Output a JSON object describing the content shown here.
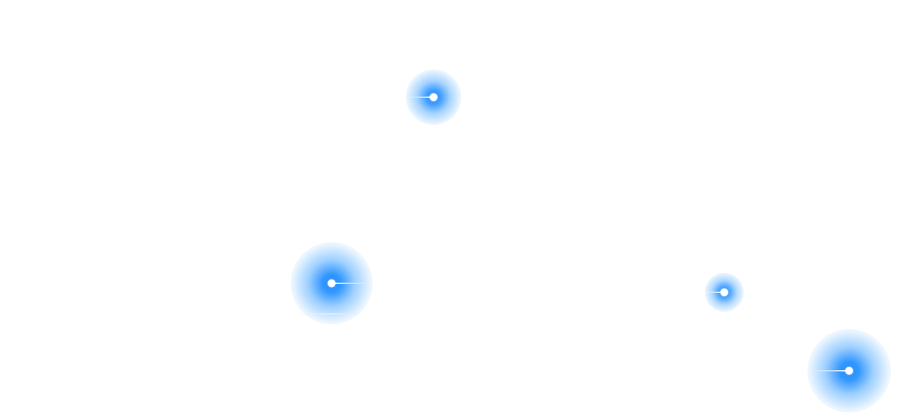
{
  "canvas": {
    "background": "#ffffff"
  },
  "style": {
    "glow_color": "#1e8cff",
    "dot_color": "#ffffff"
  },
  "markers": [
    {
      "name": "glow-dot-1",
      "size": "small",
      "trail": "left"
    },
    {
      "name": "glow-dot-2",
      "size": "large",
      "trail": "right",
      "underline": true
    },
    {
      "name": "glow-dot-3",
      "size": "small",
      "trail": "left"
    },
    {
      "name": "glow-dot-4",
      "size": "large",
      "trail": "left"
    }
  ]
}
